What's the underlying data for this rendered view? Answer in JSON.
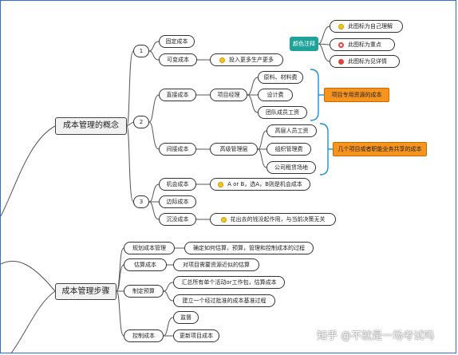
{
  "main_concept": "成本管理的概念",
  "main_steps": "成本管理步骤",
  "nums": {
    "n1": "1",
    "n2": "2",
    "n3": "3"
  },
  "fixed_cost": "固定成本",
  "variable_cost": "可变成本",
  "variable_note": "投入更多生产更多",
  "direct_cost": "直接成本",
  "project_manager": "项目经理",
  "direct_items": [
    "原料、材料费",
    "设计费",
    "团队成员工资"
  ],
  "direct_summary": "项目专用资源的成本",
  "indirect_cost": "间接成本",
  "senior_mgmt": "高级管理层",
  "indirect_items": [
    "高层人员工资",
    "组织管理费",
    "公司租赁场地"
  ],
  "indirect_summary": "几个项目或者职能业务共享的成本",
  "opportunity_cost": "机会成本",
  "opportunity_note": "A or B，选A，B则是机会成本",
  "marginal_cost": "边际成本",
  "sunk_cost": "沉没成本",
  "sunk_note": "花出去的钱没起作用，与当前决策无关",
  "legend_title": "颜色注释",
  "legend_items": [
    "此图标为自己理解",
    "此图标为重点",
    "此图标为见详情"
  ],
  "steps": {
    "plan": "规划成本管理",
    "plan_note": "确定如何估算，预算，管理和控制成本的过程",
    "estimate": "估算成本",
    "estimate_note": "对项目需要资源近似的估算",
    "budget": "制定预算",
    "budget_note1": "汇总所有单个活动or工作包，估算成本",
    "budget_note2": "建立一个经过批准的成本基准过程",
    "control": "控制成本",
    "control_note1": "监督",
    "control_note2": "更新项目成本"
  },
  "watermark": "知乎 @不就是一场考试吗",
  "colors": {
    "orange": "#f7941d",
    "teal": "#1ea39a",
    "bracket": "#1e8fd6",
    "red": "#e0443b",
    "yellow": "#f5c518"
  }
}
